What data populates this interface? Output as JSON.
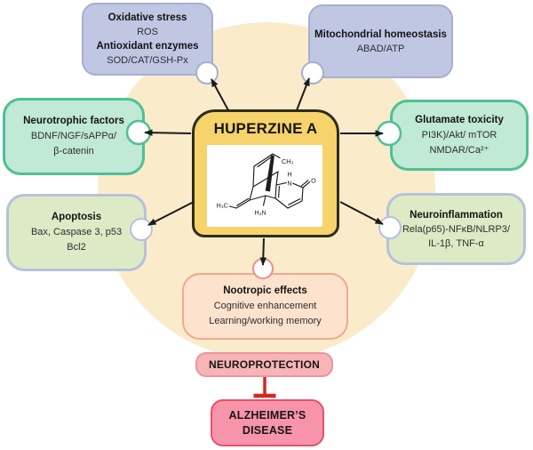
{
  "center": {
    "title": "HUPERZINE A",
    "molecule": {
      "methyl_top": "CH₃",
      "nh_hydrogen": "H",
      "ring_nitrogen": "N",
      "carbonyl_oxygen": "O",
      "methyl_left": "H₃C",
      "amine": "H₂N"
    }
  },
  "nodes": {
    "oxidative_stress": {
      "lines": [
        "Oxidative stress",
        "ROS",
        "Antioxidant enzymes",
        "SOD/CAT/GSH-Px"
      ]
    },
    "mitochondrial": {
      "lines": [
        "Mitochondrial homeostasis",
        "ABAD/ATP"
      ]
    },
    "neurotrophic": {
      "lines": [
        "Neurotrophic factors",
        "BDNF/NGF/sAPPα/",
        "β-catenin"
      ]
    },
    "glutamate": {
      "lines": [
        "Glutamate toxicity",
        "PI3K)/Akt/ mTOR",
        "NMDAR/Ca²⁺"
      ]
    },
    "apoptosis": {
      "lines": [
        "Apoptosis",
        "Bax, Caspase 3, p53",
        "Bcl2"
      ]
    },
    "neuroinflammation": {
      "lines": [
        "Neuroinflammation",
        "Rela(p65)-NFκB/NLRP3/",
        "IL-1β, TNF-α"
      ]
    },
    "nootropic": {
      "lines": [
        "Nootropic effects",
        "Cognitive enhancement",
        "Learning/working memory"
      ]
    }
  },
  "outcome": {
    "neuroprotection": "NEUROPROTECTION",
    "disease_line1": "ALZHEIMER’S",
    "disease_line2": "DISEASE"
  },
  "colors": {
    "halo": "#faeccb",
    "periwinkle_fill": "#bfc7e3",
    "periwinkle_border": "#a6afd0",
    "mint_fill": "#c0e9d6",
    "mint_border": "#4fc095",
    "sage_fill": "#dcebc6",
    "sage_border": "#b6c1dc",
    "central_fill": "#f6d36b",
    "central_border": "#2f2b1e",
    "peach_fill": "#fde2cd",
    "peach_border": "#f3a78e",
    "neuroprotection_fill": "#f7b5b9",
    "disease_fill": "#f894a9",
    "disease_border": "#e4516e",
    "inhibition_red": "#d6261f",
    "arrow_black": "#1a1a1a"
  }
}
